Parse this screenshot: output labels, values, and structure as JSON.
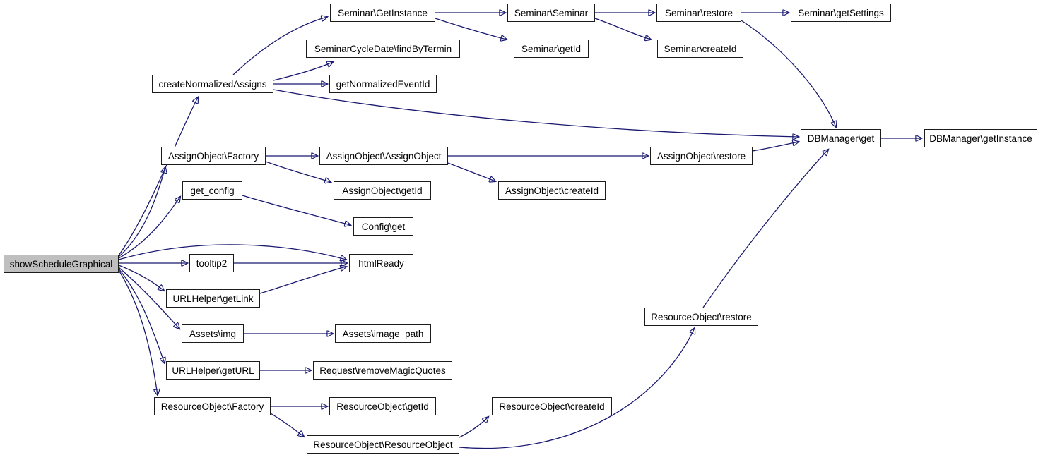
{
  "page": {
    "background": "#ffffff"
  },
  "diagram": {
    "type": "call-graph",
    "edge_color": "#191970",
    "node_border_color": "#1c1c1c",
    "node_fill": "#ffffff",
    "highlight_fill": "#bfbfbf",
    "highlighted_node": "showScheduleGraphical",
    "nodes": {
      "show_schedule_graphical": {
        "label": "showScheduleGraphical",
        "highlighted": true
      },
      "create_normalized_assigns": {
        "label": "createNormalizedAssigns"
      },
      "seminar_getinstance": {
        "label": "Seminar\\GetInstance"
      },
      "seminarcycledate_findbytermin": {
        "label": "SeminarCycleDate\\findByTermin"
      },
      "get_normalized_eventid": {
        "label": "getNormalizedEventId"
      },
      "seminar_seminar": {
        "label": "Seminar\\Seminar"
      },
      "seminar_getid": {
        "label": "Seminar\\getId"
      },
      "seminar_restore": {
        "label": "Seminar\\restore"
      },
      "seminar_createid": {
        "label": "Seminar\\createId"
      },
      "seminar_getsettings": {
        "label": "Seminar\\getSettings"
      },
      "dbmanager_get": {
        "label": "DBManager\\get"
      },
      "dbmanager_getinstance": {
        "label": "DBManager\\getInstance"
      },
      "assignobject_factory": {
        "label": "AssignObject\\Factory"
      },
      "assignobject_assignobject": {
        "label": "AssignObject\\AssignObject"
      },
      "assignobject_restore": {
        "label": "AssignObject\\restore"
      },
      "assignobject_getid": {
        "label": "AssignObject\\getId"
      },
      "assignobject_createid": {
        "label": "AssignObject\\createId"
      },
      "get_config": {
        "label": "get_config"
      },
      "config_get": {
        "label": "Config\\get"
      },
      "tooltip2": {
        "label": "tooltip2"
      },
      "htmlready": {
        "label": "htmlReady"
      },
      "urlhelper_getlink": {
        "label": "URLHelper\\getLink"
      },
      "assets_img": {
        "label": "Assets\\img"
      },
      "assets_image_path": {
        "label": "Assets\\image_path"
      },
      "urlhelper_geturl": {
        "label": "URLHelper\\getURL"
      },
      "request_removemagicquotes": {
        "label": "Request\\removeMagicQuotes"
      },
      "resourceobject_factory": {
        "label": "ResourceObject\\Factory"
      },
      "resourceobject_getid": {
        "label": "ResourceObject\\getId"
      },
      "resourceobject_createid": {
        "label": "ResourceObject\\createId"
      },
      "resourceobject_resourceobject": {
        "label": "ResourceObject\\ResourceObject"
      },
      "resourceobject_restore": {
        "label": "ResourceObject\\restore"
      }
    },
    "edges": [
      {
        "from": "show_schedule_graphical",
        "to": "create_normalized_assigns"
      },
      {
        "from": "show_schedule_graphical",
        "to": "assignobject_factory"
      },
      {
        "from": "show_schedule_graphical",
        "to": "get_config"
      },
      {
        "from": "show_schedule_graphical",
        "to": "htmlready"
      },
      {
        "from": "show_schedule_graphical",
        "to": "tooltip2"
      },
      {
        "from": "show_schedule_graphical",
        "to": "urlhelper_getlink"
      },
      {
        "from": "show_schedule_graphical",
        "to": "assets_img"
      },
      {
        "from": "show_schedule_graphical",
        "to": "urlhelper_geturl"
      },
      {
        "from": "show_schedule_graphical",
        "to": "resourceobject_factory"
      },
      {
        "from": "create_normalized_assigns",
        "to": "seminar_getinstance"
      },
      {
        "from": "create_normalized_assigns",
        "to": "seminarcycledate_findbytermin"
      },
      {
        "from": "create_normalized_assigns",
        "to": "get_normalized_eventid"
      },
      {
        "from": "create_normalized_assigns",
        "to": "dbmanager_get"
      },
      {
        "from": "seminar_getinstance",
        "to": "seminar_seminar"
      },
      {
        "from": "seminar_getinstance",
        "to": "seminar_getid"
      },
      {
        "from": "seminar_seminar",
        "to": "seminar_restore"
      },
      {
        "from": "seminar_seminar",
        "to": "seminar_createid"
      },
      {
        "from": "seminar_restore",
        "to": "seminar_getsettings"
      },
      {
        "from": "seminar_restore",
        "to": "dbmanager_get"
      },
      {
        "from": "assignobject_factory",
        "to": "assignobject_assignobject"
      },
      {
        "from": "assignobject_factory",
        "to": "assignobject_getid"
      },
      {
        "from": "assignobject_assignobject",
        "to": "assignobject_restore"
      },
      {
        "from": "assignobject_assignobject",
        "to": "assignobject_createid"
      },
      {
        "from": "assignobject_restore",
        "to": "dbmanager_get"
      },
      {
        "from": "get_config",
        "to": "config_get"
      },
      {
        "from": "tooltip2",
        "to": "htmlready"
      },
      {
        "from": "urlhelper_getlink",
        "to": "htmlready"
      },
      {
        "from": "assets_img",
        "to": "assets_image_path"
      },
      {
        "from": "urlhelper_geturl",
        "to": "request_removemagicquotes"
      },
      {
        "from": "resourceobject_factory",
        "to": "resourceobject_getid"
      },
      {
        "from": "resourceobject_factory",
        "to": "resourceobject_resourceobject"
      },
      {
        "from": "resourceobject_resourceobject",
        "to": "resourceobject_createid"
      },
      {
        "from": "resourceobject_resourceobject",
        "to": "resourceobject_restore"
      },
      {
        "from": "resourceobject_restore",
        "to": "dbmanager_get"
      },
      {
        "from": "dbmanager_get",
        "to": "dbmanager_getinstance"
      }
    ]
  }
}
